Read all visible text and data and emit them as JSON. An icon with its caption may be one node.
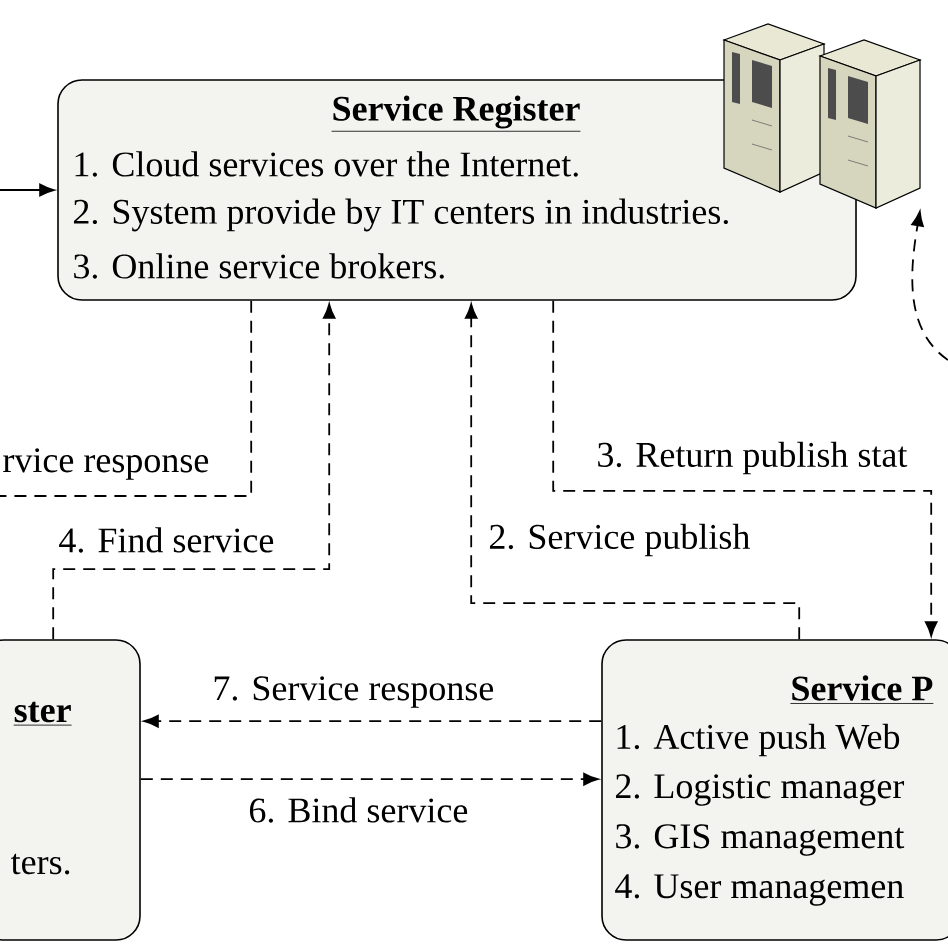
{
  "diagram": {
    "nodes": [
      {
        "text": [
          "Service Register",
          "1. Cloud services over the Internet.",
          "2. System provide by IT centers in industries.",
          "3. Online service brokers."
        ]
      },
      {
        "text": [],
        "shape": "picture"
      },
      {
        "text": [
          "ster",
          "ters."
        ]
      },
      {
        "text": [
          "Service P",
          "1. Active push Web",
          "2. Logistic manager",
          "3. GIS management",
          "4. User managemen"
        ]
      }
    ],
    "edges": [
      {
        "from": null,
        "to": 0,
        "arrow": "to"
      },
      {
        "from": 0,
        "to": null,
        "arrow": "none",
        "label": "rvice response",
        "style": "dashed"
      },
      {
        "from": 2,
        "to": 0,
        "arrow": "to",
        "label": "4. Find service",
        "style": "dashed"
      },
      {
        "from": 3,
        "to": 0,
        "arrow": "to",
        "label": "2. Service publish",
        "style": "dashed"
      },
      {
        "from": 0,
        "to": 3,
        "arrow": "to",
        "label": "3. Return publish stat",
        "style": "dashed"
      },
      {
        "from": 3,
        "to": 2,
        "arrow": "to",
        "label": "7. Service response",
        "style": "dashed"
      },
      {
        "from": 2,
        "to": 3,
        "arrow": "to",
        "label": "6. Bind service",
        "style": "dashed"
      },
      {
        "from": null,
        "to": 1,
        "arrow": "to",
        "style": "dashed"
      }
    ]
  }
}
